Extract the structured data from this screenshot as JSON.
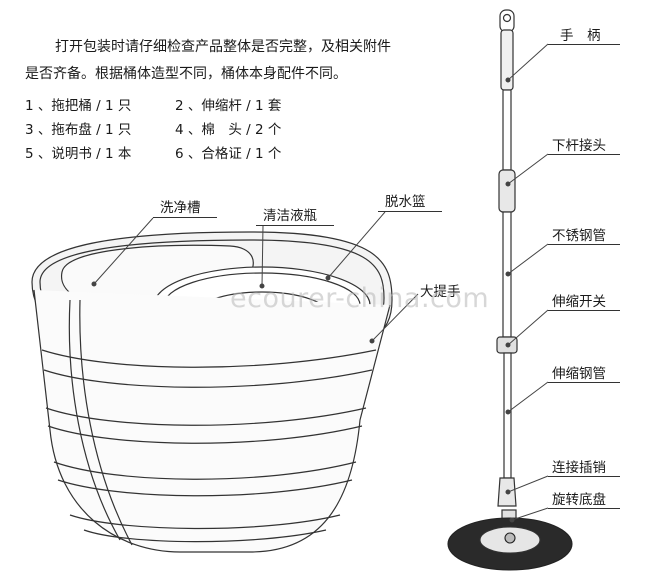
{
  "intro": {
    "line1": "打开包装时请仔细检查产品整体是否完整，及相关附件",
    "line2": "是否齐备。根据桶体造型不同，桶体本身配件不同。"
  },
  "parts": [
    {
      "a": "1 、拖把桶 / 1 只",
      "b": "2 、伸缩杆 / 1 套"
    },
    {
      "a": "3 、拖布盘 / 1 只",
      "b": "4 、棉　头 / 2 个"
    },
    {
      "a": "5 、说明书 / 1 本",
      "b": "6 、合格证 / 1 个"
    }
  ],
  "bucket_labels": {
    "wash_tank": "洗净槽",
    "cleaner_bottle": "清洁液瓶",
    "spin_basket": "脱水篮",
    "handle_carry": "大提手"
  },
  "mop_labels": {
    "grip": "手　柄",
    "lower_joint": "下杆接头",
    "steel_tube": "不锈钢管",
    "telescopic_switch": "伸缩开关",
    "telescopic_tube": "伸缩钢管",
    "connector_pin": "连接插销",
    "rotating_base": "旋转底盘"
  },
  "watermark": "ecourer-china.com",
  "colors": {
    "line": "#333333",
    "leader": "#444444"
  }
}
